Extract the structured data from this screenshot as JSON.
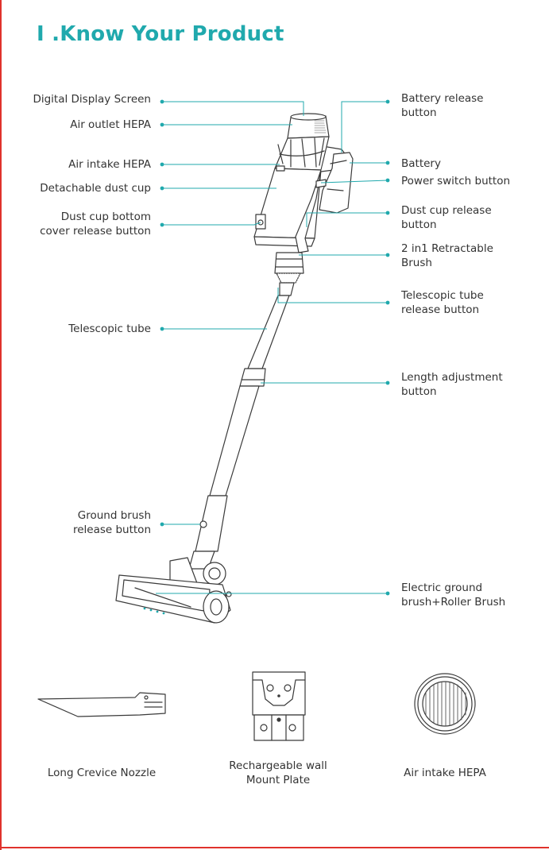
{
  "title": "I .Know Your Product",
  "accent_color": "#20a9ad",
  "left_labels": [
    {
      "lines": [
        "Digital Display Screen"
      ]
    },
    {
      "lines": [
        "Air outlet HEPA"
      ]
    },
    {
      "lines": [
        "Air intake HEPA"
      ]
    },
    {
      "lines": [
        "Detachable dust cup"
      ]
    },
    {
      "lines": [
        "Dust cup bottom",
        "cover release button"
      ]
    },
    {
      "lines": [
        "Telescopic tube"
      ]
    },
    {
      "lines": [
        "Ground brush",
        "release button"
      ]
    }
  ],
  "right_labels": [
    {
      "lines": [
        "Battery release",
        "button"
      ]
    },
    {
      "lines": [
        "Battery"
      ]
    },
    {
      "lines": [
        "Power switch button"
      ]
    },
    {
      "lines": [
        "Dust cup release",
        "button"
      ]
    },
    {
      "lines": [
        "2 in1 Retractable",
        "Brush"
      ]
    },
    {
      "lines": [
        "Telescopic tube",
        "release button"
      ]
    },
    {
      "lines": [
        "Length adjustment",
        "button"
      ]
    },
    {
      "lines": [
        "Electric ground",
        "brush+Roller Brush"
      ]
    }
  ],
  "accessories": [
    {
      "lines": [
        "Long Crevice Nozzle"
      ]
    },
    {
      "lines": [
        "Rechargeable wall",
        "Mount Plate"
      ]
    },
    {
      "lines": [
        "Air intake HEPA"
      ]
    }
  ]
}
